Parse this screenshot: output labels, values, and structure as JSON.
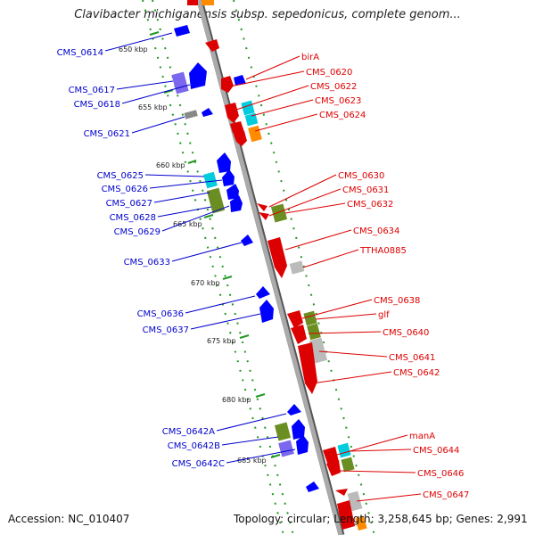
{
  "title": "Clavibacter michiganensis subsp. sepedonicus, complete genom...",
  "footer": {
    "accession": "Accession: NC_010407",
    "summary": "Topology: circular; Length: 3,258,645 bp; Genes: 2,991"
  },
  "colors": {
    "left_labels": "#0000cc",
    "right_labels": "#dd0000",
    "backbone": "#888888",
    "track_dots": "#229922"
  },
  "scale_ticks": [
    "650 kbp",
    "655 kbp",
    "660 kbp",
    "665 kbp",
    "670 kbp",
    "675 kbp",
    "680 kbp",
    "685 kbp"
  ],
  "left_genes": [
    "CMS_0614",
    "CMS_0617",
    "CMS_0618",
    "CMS_0621",
    "CMS_0625",
    "CMS_0626",
    "CMS_0627",
    "CMS_0628",
    "CMS_0629",
    "CMS_0633",
    "CMS_0636",
    "CMS_0637",
    "CMS_0642A",
    "CMS_0642B",
    "CMS_0642C"
  ],
  "right_genes": [
    "birA",
    "CMS_0620",
    "CMS_0622",
    "CMS_0623",
    "CMS_0624",
    "CMS_0630",
    "CMS_0631",
    "CMS_0632",
    "CMS_0634",
    "TTHA0885",
    "CMS_0638",
    "glf",
    "CMS_0640",
    "CMS_0641",
    "CMS_0642",
    "manA",
    "CMS_0644",
    "CMS_0646",
    "CMS_0647"
  ]
}
